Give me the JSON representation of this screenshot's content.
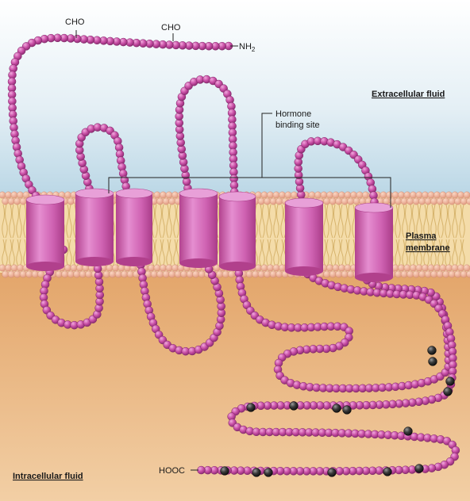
{
  "labels": {
    "cho_1": "CHO",
    "cho_2": "CHO",
    "nh2_main": "NH",
    "nh2_sub": "2",
    "hormone_line1": "Hormone",
    "hormone_line2": "binding site",
    "extracellular": "Extracellular fluid",
    "plasma_line1": "Plasma",
    "plasma_line2": "membrane",
    "intracellular": "Intracellular fluid",
    "hooc": "HOOC"
  },
  "colors": {
    "bead": "#c34da3",
    "bead_highlight": "#e79ad2",
    "helix": "#d067b7",
    "phosphorylated_bead": "#3a3a3a",
    "extracellular_top": "#ffffff",
    "extracellular_bottom": "#b9d6e5",
    "membrane": "#f3d6a2",
    "intracellular": "#eab27a"
  },
  "icons": {
    "phosphorylation_sites": "dark-bead-icon",
    "transmembrane_helix": "cylinder-icon"
  }
}
